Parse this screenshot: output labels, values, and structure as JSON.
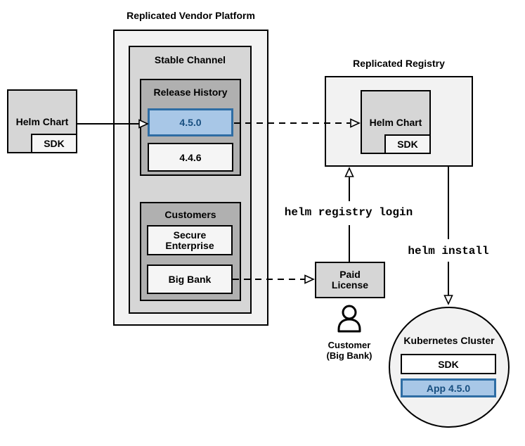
{
  "diagram": {
    "platform": {
      "title": "Replicated Vendor Platform",
      "stable_channel": {
        "label": "Stable Channel"
      },
      "release_history": {
        "label": "Release History",
        "versions": [
          {
            "label": "4.5.0",
            "highlighted": true
          },
          {
            "label": "4.4.6",
            "highlighted": false
          }
        ]
      },
      "customers": {
        "label": "Customers",
        "items": [
          {
            "label": "Secure Enterprise"
          },
          {
            "label": "Big Bank"
          }
        ]
      }
    },
    "source_helm_chart": {
      "label": "Helm Chart",
      "sdk": "SDK"
    },
    "registry": {
      "title": "Replicated Registry",
      "helm_chart": {
        "label": "Helm Chart",
        "sdk": "SDK"
      }
    },
    "paid_license": {
      "line1": "Paid",
      "line2": "License"
    },
    "customer": {
      "line1": "Customer",
      "line2": "(Big Bank)"
    },
    "cluster": {
      "title": "Kubernetes Cluster",
      "sdk": "SDK",
      "app": "App 4.5.0"
    },
    "edge_labels": {
      "registry_login": "helm registry login",
      "install": "helm install"
    },
    "colors": {
      "container_fill": "#f2f2f2",
      "channel_fill": "#d6d6d6",
      "group_fill": "#b0b0b0",
      "item_fill": "#f5f5f5",
      "white": "#ffffff",
      "highlight_fill": "#a8c7e7",
      "highlight_border": "#2e6da4",
      "highlight_text": "#174e7f",
      "line": "#000000"
    }
  }
}
